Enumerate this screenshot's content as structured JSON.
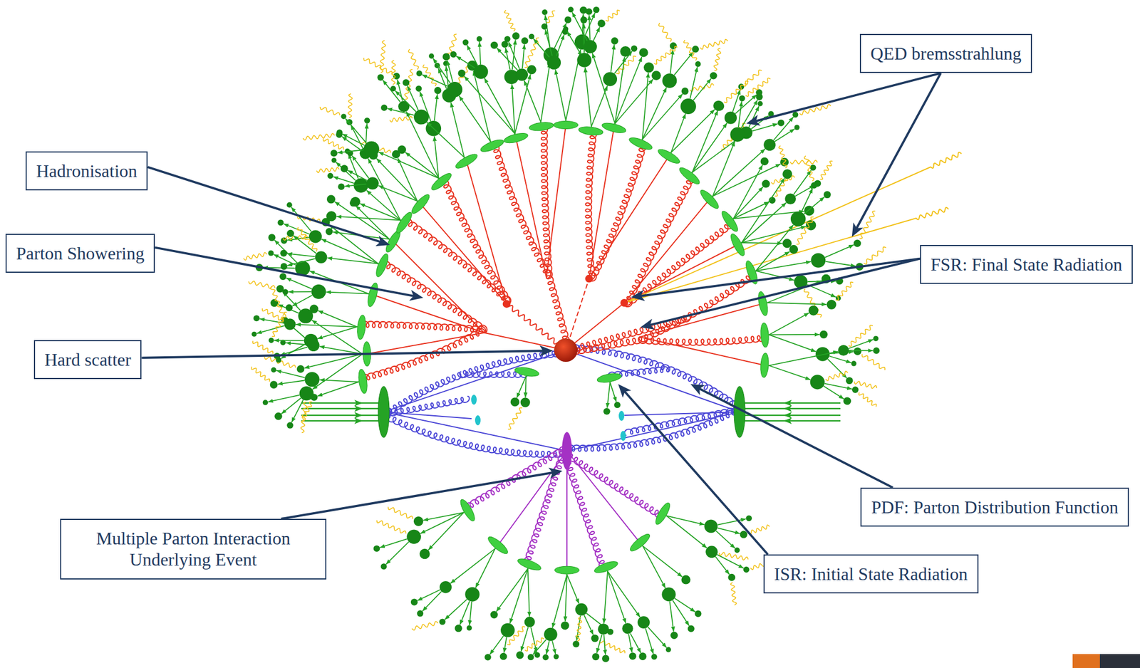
{
  "diagram": {
    "nodes": [
      {
        "text": [
          "QED bremsstrahlung"
        ]
      },
      {
        "text": [
          "Hadronisation"
        ]
      },
      {
        "text": [
          "Parton Showering"
        ]
      },
      {
        "text": [
          "FSR: Final State Radiation"
        ]
      },
      {
        "text": [
          "Hard scatter"
        ]
      },
      {
        "text": [
          "PDF: Parton Distribution Function"
        ]
      },
      {
        "text": [
          "Multiple Parton Interaction Underlying Event"
        ]
      },
      {
        "text": [
          "ISR: Initial State Radiation"
        ]
      }
    ]
  }
}
